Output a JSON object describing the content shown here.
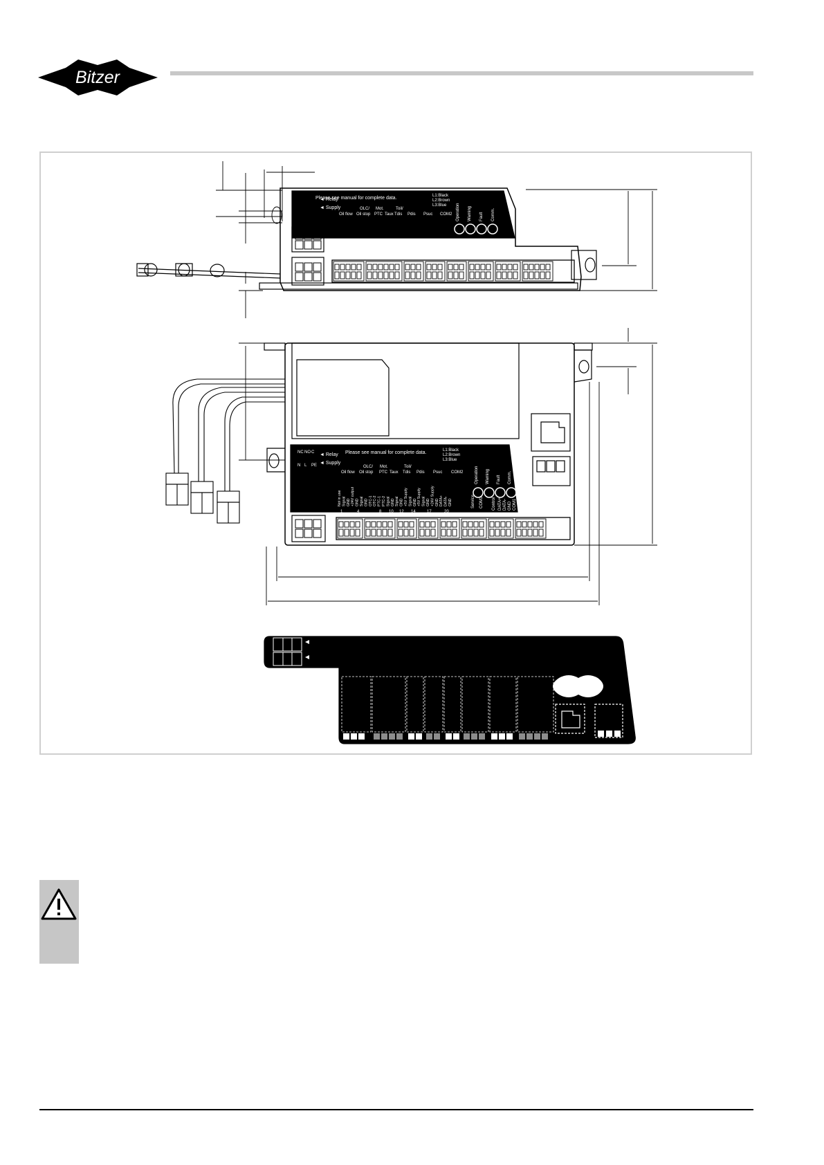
{
  "brand": {
    "logo_text": "Bitzer"
  },
  "colors": {
    "header_rule": "#c8c8c8",
    "frame": "#cfcfcf",
    "label_bg": "#000000",
    "warning_bg": "#c6c6c6"
  },
  "icons": {
    "warning": "warning-triangle-icon",
    "led": "led-circle-icon",
    "rj45": "rj45-port-icon"
  },
  "labels": {
    "relay": "◄ Relay",
    "supply": "◄ Supply",
    "manual_note": "Please see manual for complete data.",
    "phases": [
      "L1:Black",
      "L2:Brown",
      "L3:Blue"
    ],
    "relay_terminals": [
      "NC",
      "NO",
      "C"
    ],
    "supply_terminals": [
      "N",
      "L",
      "PE"
    ],
    "groups": {
      "oil_flow": "Oil flow",
      "olc_top": "OLC/",
      "oil_stop": "Oil stop",
      "mot_top": "Mot.",
      "ptc": "PTC",
      "taux": "Taux",
      "toil_top": "Toil/",
      "tdis": "Tdis",
      "pdis": "Pdis",
      "psuc": "Psuc",
      "com2": "COM2"
    },
    "status": [
      "Operation",
      "Warning",
      "Fault",
      "Comm."
    ],
    "pins": [
      "Not in use",
      "Signal",
      "GND",
      "+24V output",
      "GND",
      "Signal",
      "GND",
      "OTC-1",
      "OTC-2",
      "PTC-1",
      "PTC-2",
      "Signal",
      "GND",
      "Signal",
      "GND",
      "+5V Supply",
      "Signal",
      "GND",
      "+5V Supply",
      "Signal",
      "GND",
      "+24V Supply",
      "GND",
      "DATA+",
      "DATA-",
      "GND"
    ],
    "pin_numbers": [
      "1",
      "4",
      "8",
      "10",
      "12",
      "14",
      "17",
      "20"
    ],
    "service": "Service",
    "com3": "COM3",
    "control": "Control",
    "com1_pins": [
      "DATA+",
      "DATA-",
      "GND"
    ],
    "com1": "COM1"
  }
}
